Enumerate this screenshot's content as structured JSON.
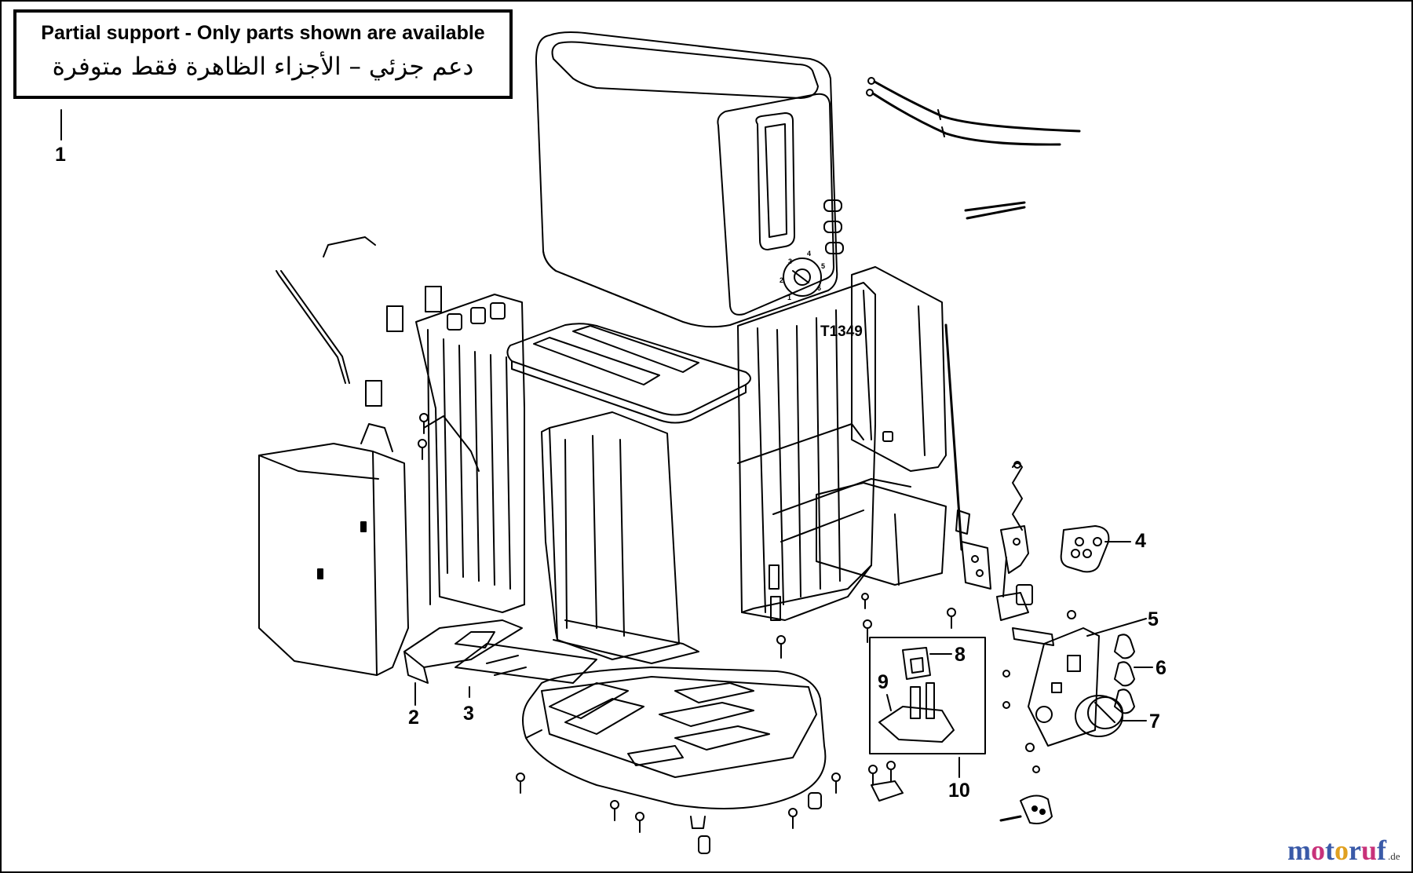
{
  "notice": {
    "english": "Partial support - Only parts shown are available",
    "arabic": "دعم جزئي – الأجزاء الظاهرة فقط متوفرة"
  },
  "callouts": [
    "1",
    "2",
    "3",
    "4",
    "5",
    "6",
    "7",
    "8",
    "9",
    "10"
  ],
  "model_marking": "T1349",
  "dial_numbers": [
    "1",
    "2",
    "3",
    "4",
    "5",
    "6"
  ],
  "watermark": {
    "letters": [
      "m",
      "o",
      "t",
      "o",
      "r",
      "u",
      "f"
    ],
    "tld": ".de",
    "colors": [
      "#3a5aa8",
      "#c8327a",
      "#3a5aa8",
      "#e0a020",
      "#3a5aa8",
      "#c8327a",
      "#3a5aa8"
    ]
  }
}
